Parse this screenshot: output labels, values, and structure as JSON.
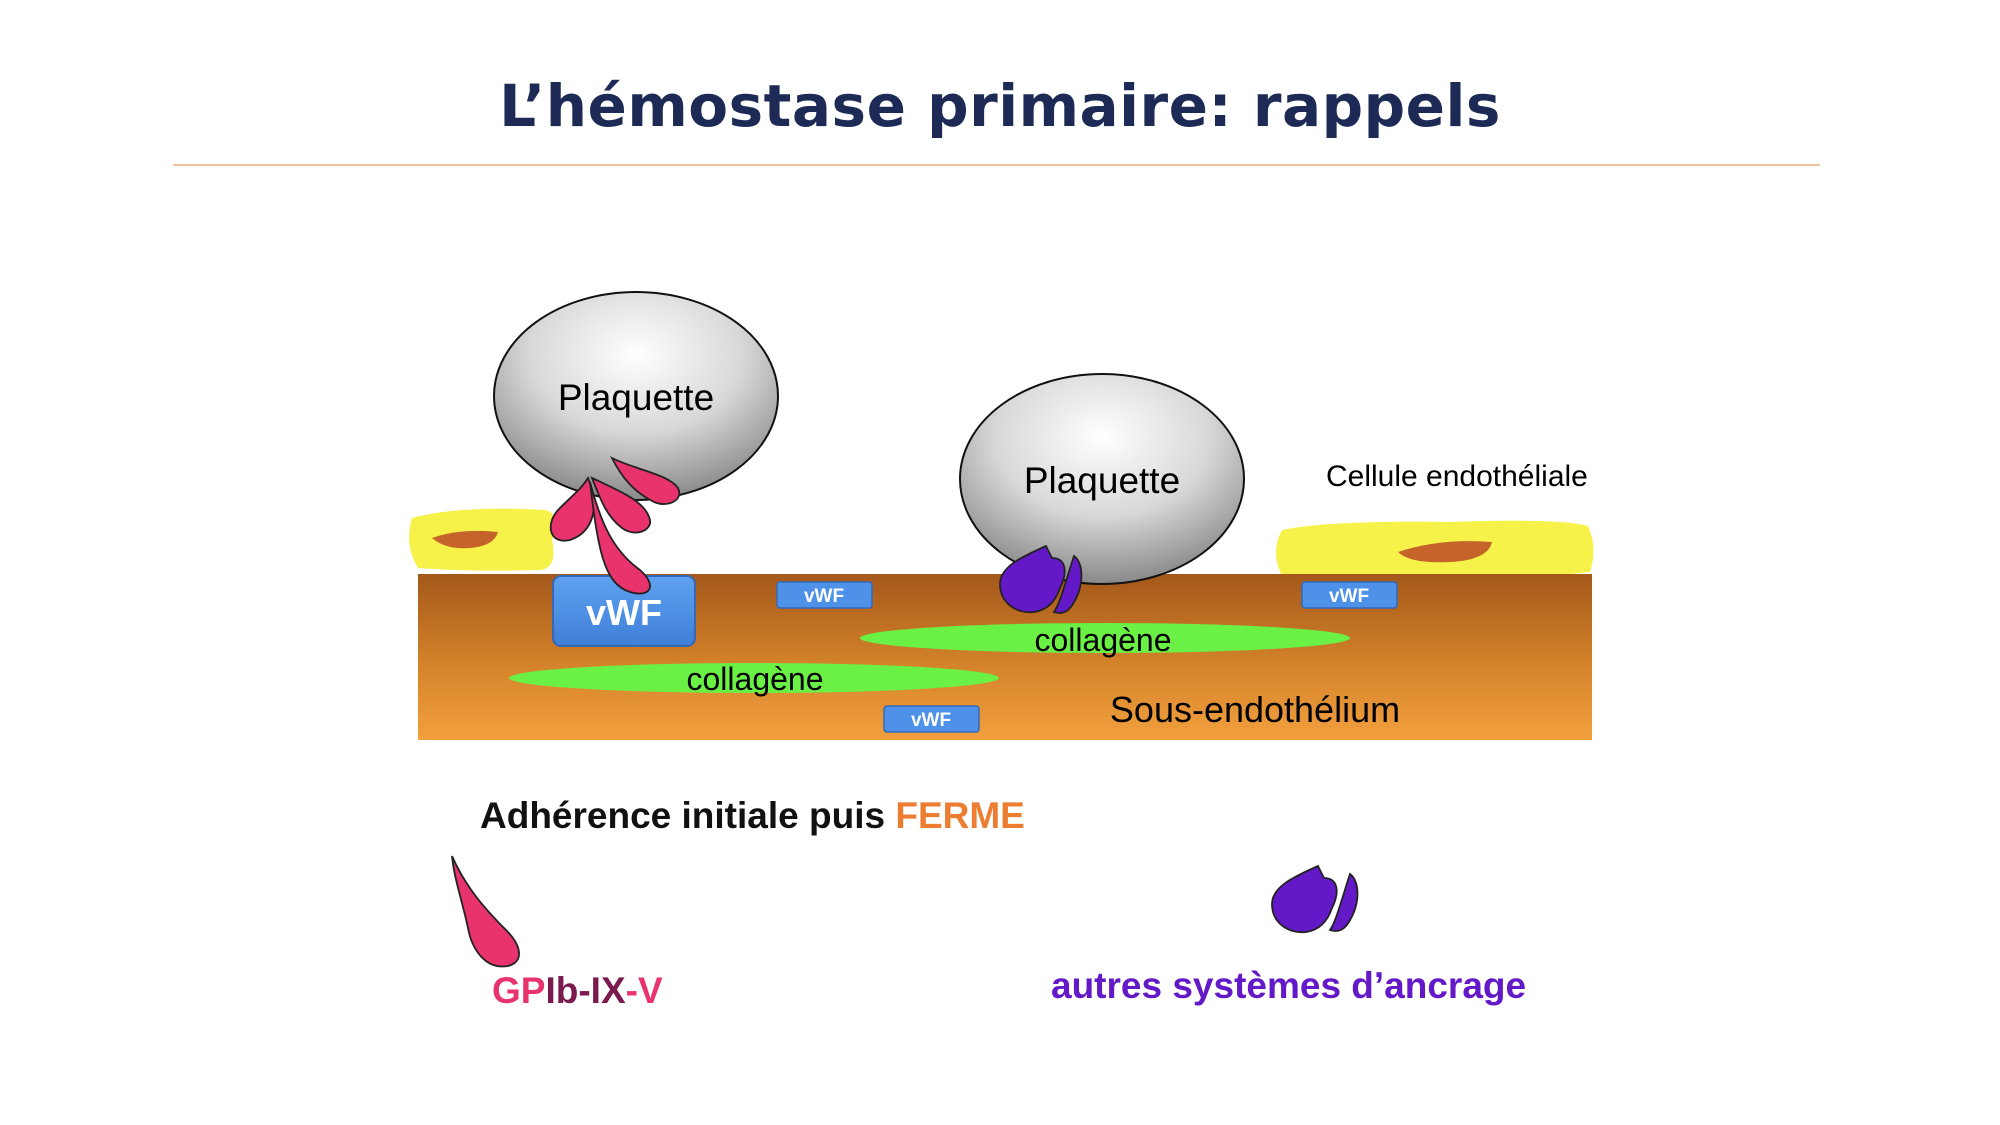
{
  "slide": {
    "title": "L’hémostase primaire: rappels"
  },
  "diagram": {
    "platelet_left": "Plaquette",
    "platelet_right": "Plaquette",
    "endothelial_cell": "Cellule endothéliale",
    "vwf_large": "vWF",
    "vwf_small_1": "vWF",
    "vwf_small_2": "vWF",
    "vwf_small_3": "vWF",
    "collagen_left": "collagène",
    "collagen_right": "collagène",
    "subendothelium": "Sous-endothélium"
  },
  "caption": {
    "text": "Adhérence initiale puis ",
    "emphasis": "FERME"
  },
  "legend": {
    "gp_part1": "GP",
    "gp_part2": "Ib-IX",
    "gp_part3": "-V",
    "other": "autres systèmes d’ancrage"
  },
  "colors": {
    "title": "#1c2a55",
    "rule": "#f2c39a",
    "accent_orange": "#ed7d31",
    "gpib_pink": "#e8336d",
    "gpib_dark": "#7a1a4e",
    "anchor_purple": "#6419c8",
    "vwf_blue": "#4d91e8",
    "collagen_green": "#6bf046",
    "endothelium_yellow": "#f7f24a"
  }
}
